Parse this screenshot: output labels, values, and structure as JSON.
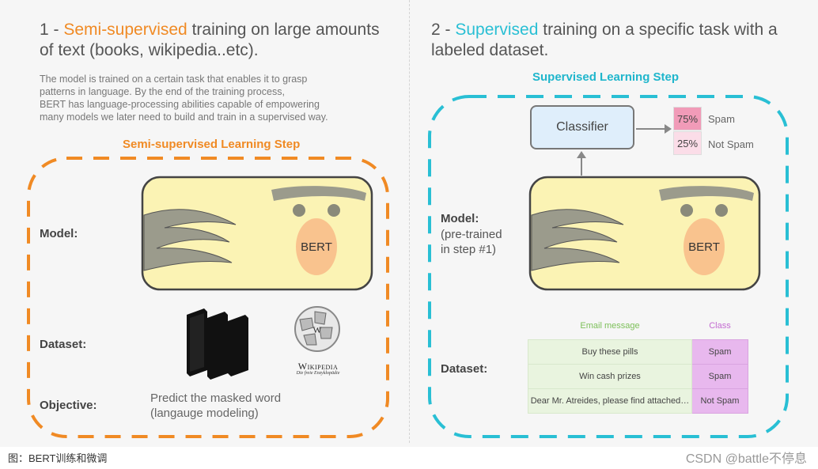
{
  "left": {
    "heading_prefix": "1 - ",
    "heading_highlight": "Semi-supervised",
    "heading_line1_rest": " training on large amounts",
    "heading_line2": "of text (books, wikipedia..etc).",
    "desc_lines": [
      "The model is trained on a certain task that enables it to grasp",
      "patterns in language. By the end of the training process,",
      "BERT has language-processing abilities capable of empowering",
      "many models we later need to build and train in a supervised way."
    ],
    "step_title": "Semi-supervised Learning Step",
    "model_label": "Model:",
    "bert_label": "BERT",
    "dataset_label": "Dataset:",
    "wikipedia_wordmark": "Wikipedia",
    "wikipedia_tagline": "Die freie Enzyklopädie",
    "objective_label": "Objective:",
    "objective_lines": [
      "Predict the masked word",
      "(langauge modeling)"
    ]
  },
  "right": {
    "heading_prefix": "2 - ",
    "heading_highlight": "Supervised",
    "heading_line1_rest": " training on a specific task with a",
    "heading_line2": "labeled dataset.",
    "step_title": "Supervised Learning Step",
    "classifier_label": "Classifier",
    "outputs": [
      {
        "pct": "75%",
        "label": "Spam",
        "color": "#f19bb8"
      },
      {
        "pct": "25%",
        "label": "Not Spam",
        "color": "#fbdde8"
      }
    ],
    "model_label": "Model:",
    "model_sub": [
      "(pre-trained",
      "in step #1)"
    ],
    "bert_label": "BERT",
    "dataset_label": "Dataset:",
    "table": {
      "headers": [
        "Email message",
        "Class"
      ],
      "rows": [
        [
          "Buy these pills",
          "Spam"
        ],
        [
          "Win cash prizes",
          "Spam"
        ],
        [
          "Dear Mr. Atreides, please find attached…",
          "Not Spam"
        ]
      ]
    }
  },
  "colors": {
    "orange": "#f08a24",
    "teal": "#29bfd4",
    "bert_face": "#fbf3b4",
    "bert_nose": "#f9c38e"
  },
  "caption": "图：BERT训练和微调",
  "watermark": "CSDN @battle不停息"
}
